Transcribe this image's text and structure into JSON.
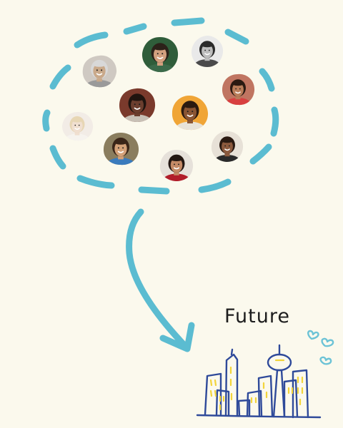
{
  "scene": {
    "caption": "Future",
    "colors": {
      "background": "#fbf9ed",
      "dashed_loop": "#5bbcd1",
      "arrow": "#5bbcd1",
      "city_outline": "#2f4a9a",
      "city_windows": "#f2d43a",
      "hearts": "#6cc3d6",
      "caption_text": "#1d1d1d"
    }
  },
  "people": [
    {
      "name": "portrait-man-glasses",
      "skin": "#c9a98a",
      "hair": "#d8d8d8",
      "bg": "#cfc9c2",
      "shirt": "#9a9a9a"
    },
    {
      "name": "portrait-man-smiling-green",
      "skin": "#d3a07f",
      "hair": "#2c2119",
      "bg": "#2f5d3a",
      "shirt": "#3b6a4a"
    },
    {
      "name": "portrait-man-curly-bw",
      "skin": "#bdbdbd",
      "hair": "#2a2a2a",
      "bg": "#e9e9e9",
      "shirt": "#4a4a4a"
    },
    {
      "name": "portrait-woman-red-top",
      "skin": "#b97d5a",
      "hair": "#2b1a12",
      "bg": "#c07561",
      "shirt": "#d84040"
    },
    {
      "name": "portrait-woman-dark-skin",
      "skin": "#6b3e2e",
      "hair": "#1f140f",
      "bg": "#7a3a2c",
      "shirt": "#c8c0b6"
    },
    {
      "name": "portrait-woman-laughing-orange",
      "skin": "#8a5533",
      "hair": "#2b1a10",
      "bg": "#f0a536",
      "shirt": "#e8e3d8"
    },
    {
      "name": "portrait-woman-blonde",
      "skin": "#f0dfd0",
      "hair": "#e7d6b4",
      "bg": "#f2ece6",
      "shirt": "#f6f3ee"
    },
    {
      "name": "portrait-woman-laughing-blue",
      "skin": "#d4a178",
      "hair": "#3a2518",
      "bg": "#8a7d5e",
      "shirt": "#3a7bbd"
    },
    {
      "name": "portrait-woman-red-sweater",
      "skin": "#c48a66",
      "hair": "#231712",
      "bg": "#e6e1da",
      "shirt": "#b11d2a"
    },
    {
      "name": "portrait-woman-curly",
      "skin": "#8c5a3e",
      "hair": "#2a1a12",
      "bg": "#e7e1d7",
      "shirt": "#2a2a2a"
    }
  ]
}
